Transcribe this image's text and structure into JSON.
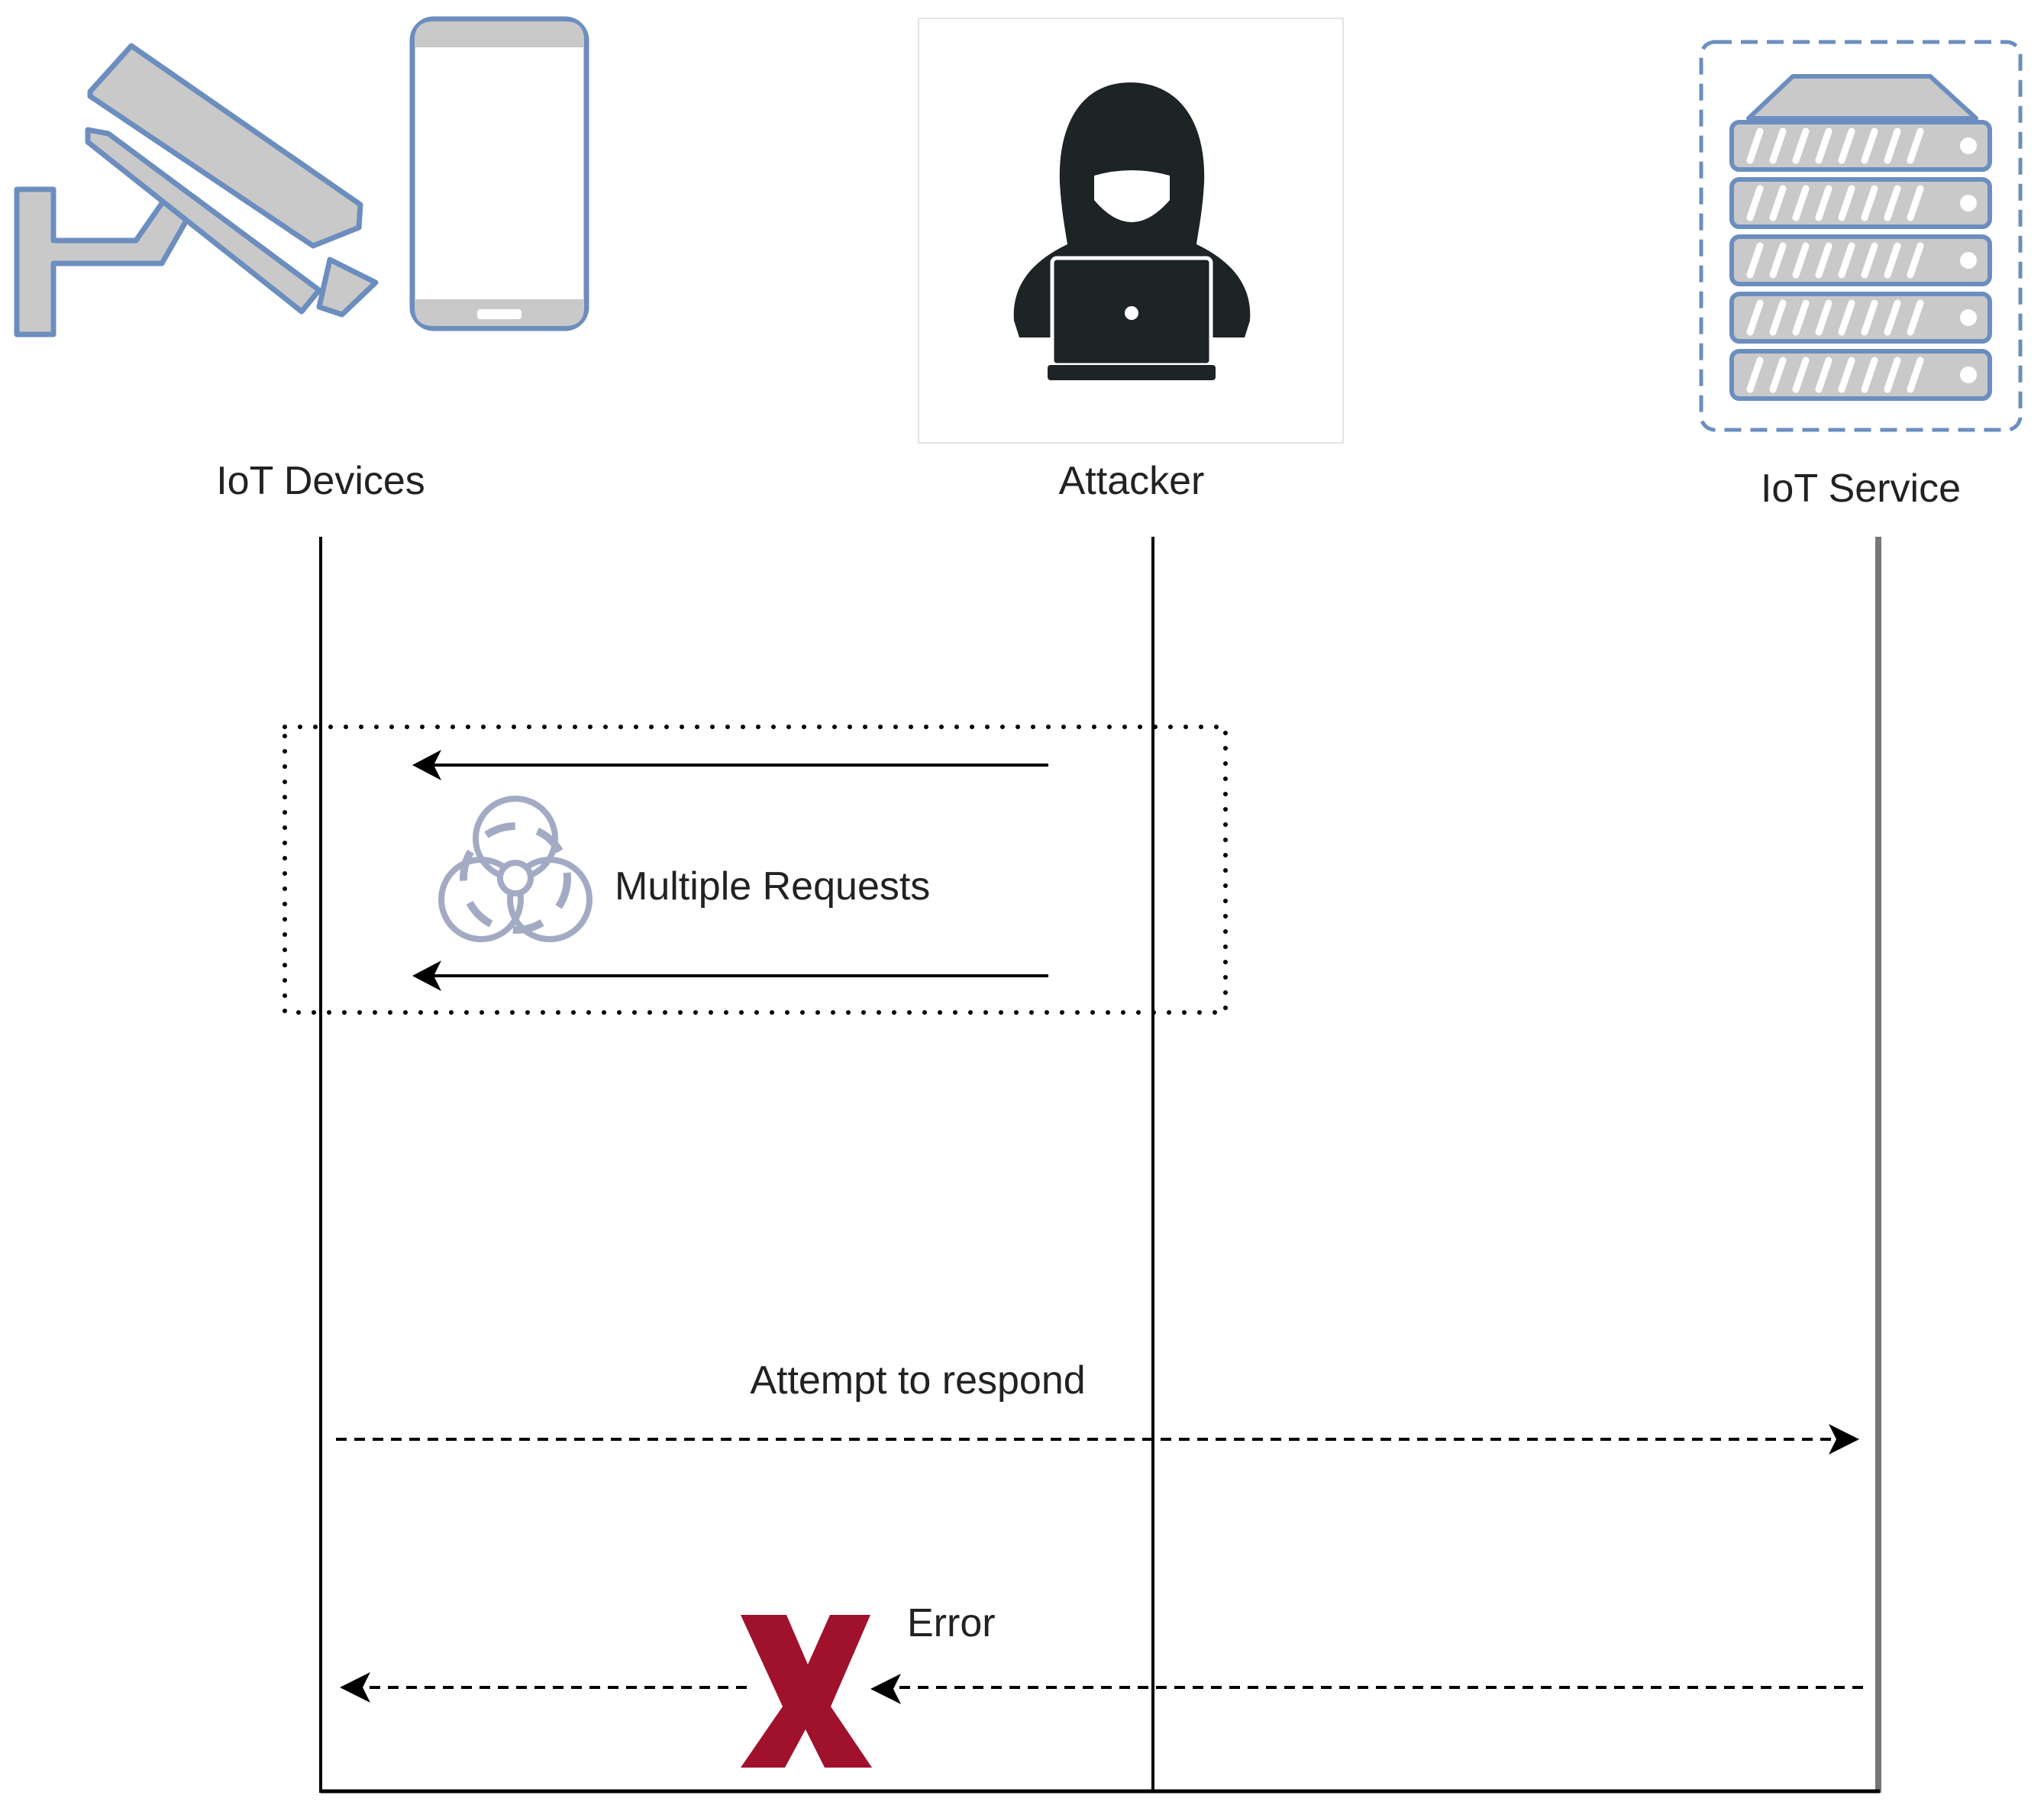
{
  "actors": {
    "iot_devices": {
      "label": "IoT Devices"
    },
    "attacker": {
      "label": "Attacker"
    },
    "iot_service": {
      "label": "IoT Service"
    }
  },
  "messages": {
    "multiple_requests": "Multiple Requests",
    "attempt_to_respond": "Attempt to respond",
    "error": "Error"
  },
  "colors": {
    "icon_fill": "#c9c9c9",
    "icon_stroke": "#6c8ebf",
    "error_x": "#a0112b",
    "lifeline": "#000000",
    "text": "#222222"
  },
  "icons": {
    "camera": "security-camera-icon",
    "phone": "smartphone-icon",
    "attacker": "hooded-hacker-icon",
    "server": "server-rack-icon",
    "biohazard": "biohazard-icon",
    "error": "x-mark-icon"
  }
}
